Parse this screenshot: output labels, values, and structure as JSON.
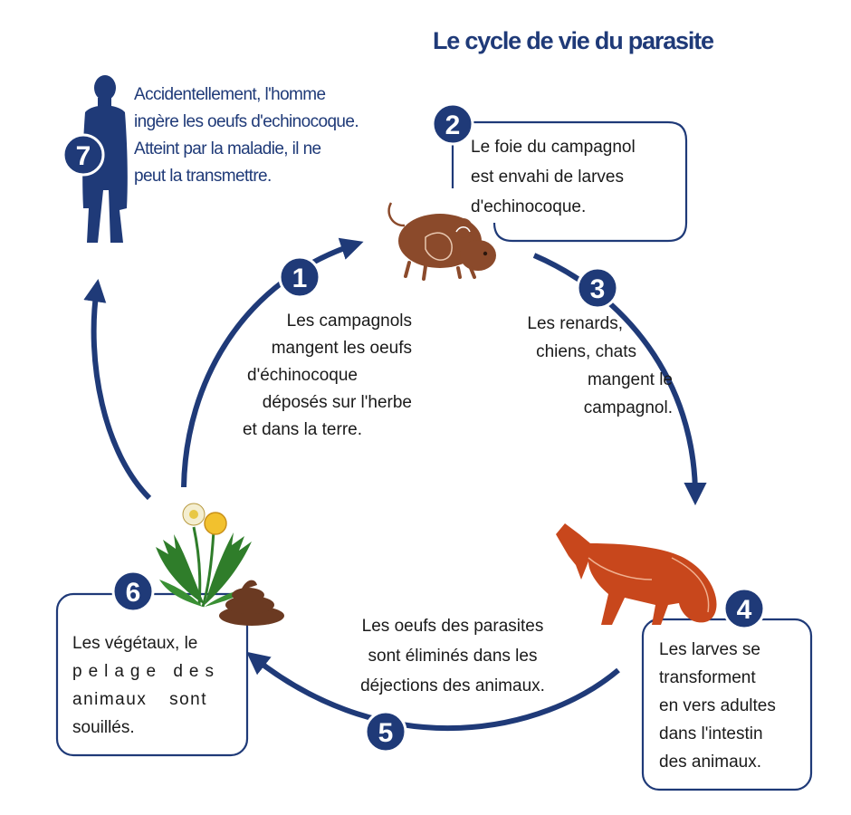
{
  "title": "Le cycle de vie du parasite",
  "colors": {
    "navy": "#1f3a78",
    "rodent": "#8b4a2b",
    "fox": "#c8471c",
    "dung": "#6b3a22",
    "plant_green": "#2f7d2a",
    "flower_yellow": "#f2c12e"
  },
  "steps": [
    {
      "number": "1",
      "lines": [
        "Les campagnols",
        "mangent les oeufs",
        "d'échinocoque",
        "déposés sur l'herbe",
        "et dans la terre."
      ]
    },
    {
      "number": "2",
      "lines": [
        "Le foie du campagnol",
        "est envahi de larves",
        "d'echinocoque."
      ]
    },
    {
      "number": "3",
      "lines": [
        "Les renards,",
        "chiens, chats",
        "mangent le",
        "campagnol."
      ]
    },
    {
      "number": "4",
      "lines": [
        "Les larves se",
        "transforment",
        "en vers adultes",
        "dans l'intestin",
        "des animaux."
      ]
    },
    {
      "number": "5",
      "lines": [
        "Les oeufs des parasites",
        "sont éliminés dans les",
        "déjections des animaux."
      ]
    },
    {
      "number": "6",
      "lines": [
        "Les végétaux, le",
        "pelage des",
        "animaux sont",
        "souillés."
      ]
    },
    {
      "number": "7",
      "lines": [
        "Accidentellement, l'homme",
        "ingère les oeufs d'echinocoque.",
        "Atteint par la maladie, il ne",
        "peut la transmettre."
      ]
    }
  ],
  "icons": [
    "human-silhouette-icon",
    "vole-icon",
    "fox-icon",
    "dandelion-icon",
    "dung-icon"
  ]
}
